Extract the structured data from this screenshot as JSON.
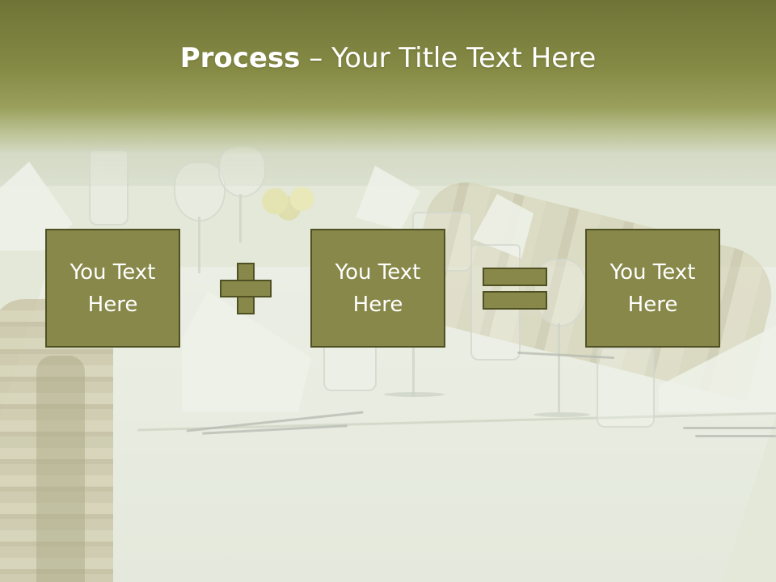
{
  "slide": {
    "title_bold": "Process",
    "title_rest": " – Your Title Text Here",
    "boxes": [
      {
        "line1": "You Text",
        "line2": "Here"
      },
      {
        "line1": "You Text",
        "line2": "Here"
      },
      {
        "line1": "You Text",
        "line2": "Here"
      }
    ],
    "operators": [
      "plus-icon",
      "equals-icon"
    ]
  },
  "colors": {
    "box_fill": "#878849",
    "box_border": "#4f5024",
    "header_band": "#6f7336",
    "title_text": "#ffffff"
  }
}
